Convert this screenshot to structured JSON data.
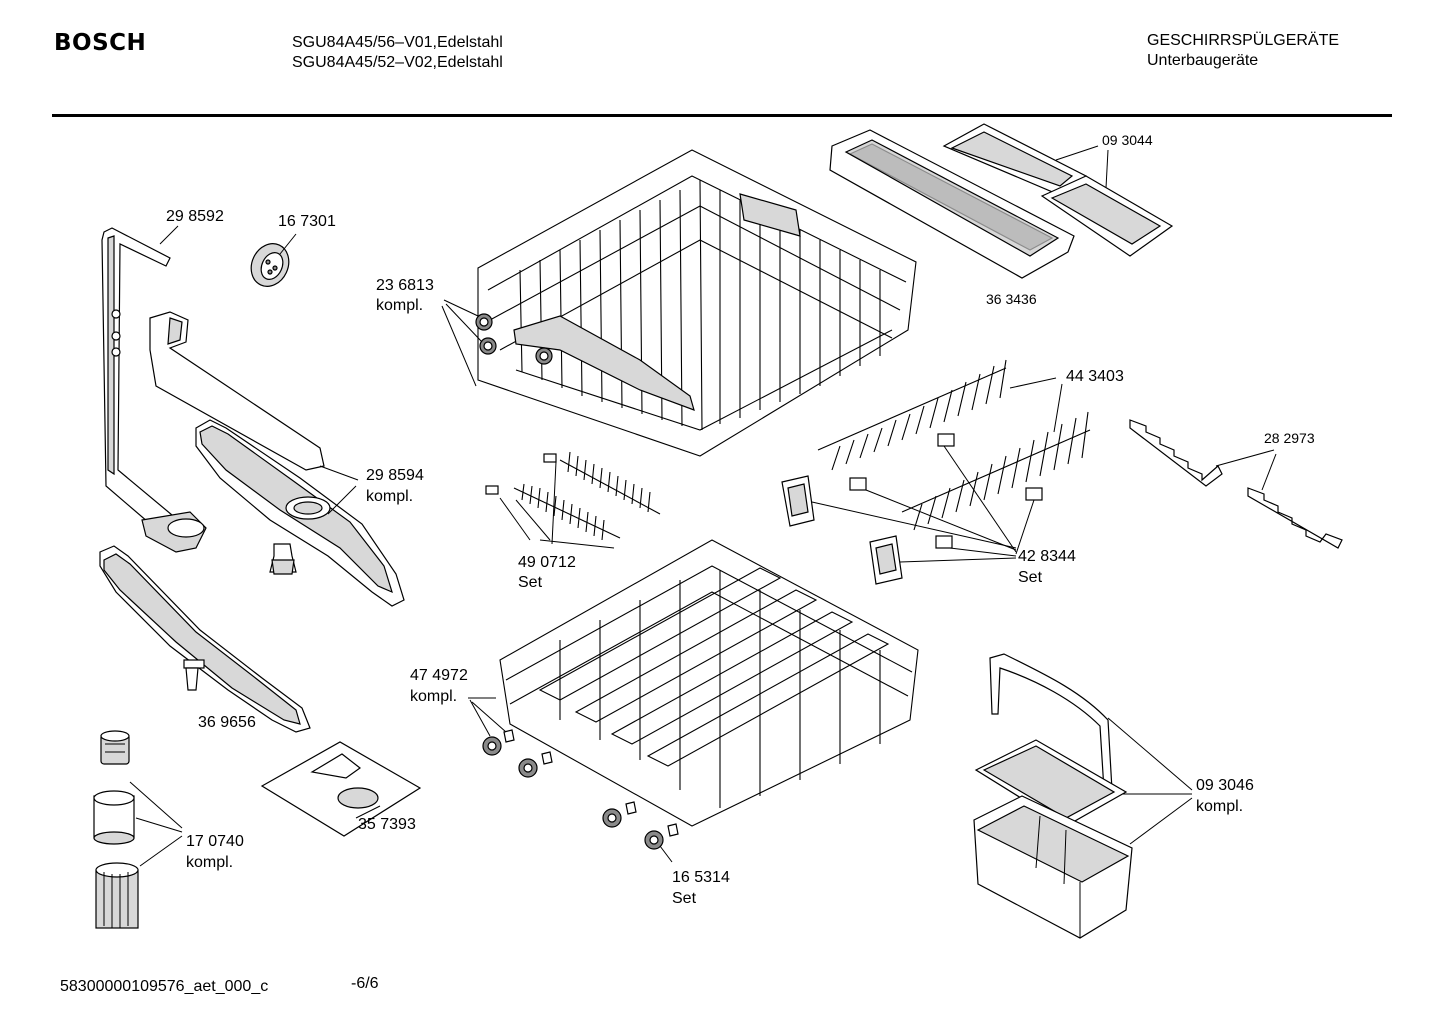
{
  "header": {
    "brand": "BOSCH",
    "model_line_1": "SGU84A45/56–V01,Edelstahl",
    "model_line_2": "SGU84A45/52–V02,Edelstahl",
    "category_line_1": "GESCHIRRSPÜLGERÄTE",
    "category_line_2": "Unterbaugeräte"
  },
  "parts": {
    "p298592": "29 8592",
    "p167301": "16 7301",
    "p236813": "23 6813",
    "p236813_note": "kompl.",
    "p093044": "09  3044",
    "p363436": "36  3436",
    "p443403": "44 3403",
    "p282973": "28 2973",
    "p298594": "29 8594",
    "p298594_note": "kompl.",
    "p490712": "49 0712",
    "p490712_note": "Set",
    "p428344": "42 8344",
    "p428344_note": "Set",
    "p474972": "47 4972",
    "p474972_note": "kompl.",
    "p369656": "36 9656",
    "p357393": "35 7393",
    "p170740": "17 0740",
    "p170740_note": "kompl.",
    "p165314": "16 5314",
    "p165314_note": "Set",
    "p093046": "09 3046",
    "p093046_note": "kompl."
  },
  "footer": {
    "document_id": "58300000109576_aet_000_c",
    "page": "-6/6"
  }
}
